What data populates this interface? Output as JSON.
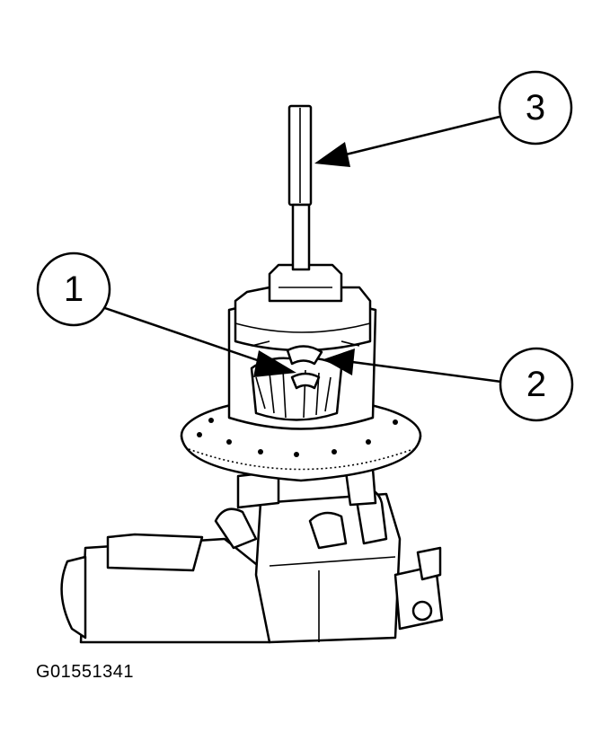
{
  "figure_id": "G01551341",
  "callouts": [
    {
      "label": "1"
    },
    {
      "label": "2"
    },
    {
      "label": "3"
    }
  ],
  "colors": {
    "ink": "#000000",
    "paper": "#ffffff"
  }
}
